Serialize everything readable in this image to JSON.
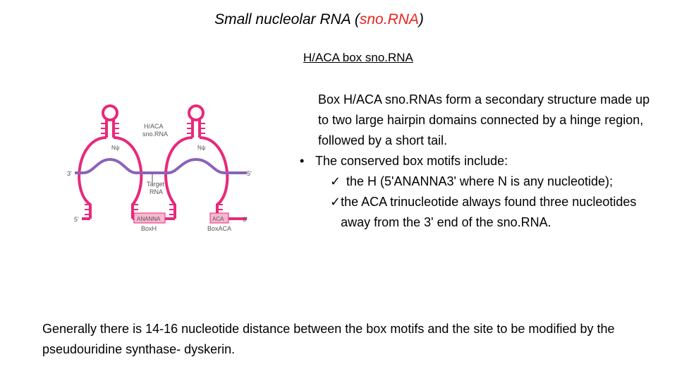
{
  "title": {
    "prefix": "Small nucleolar RNA (",
    "accent": "sno.RNA",
    "suffix": ")",
    "accent_color": "#e8241e"
  },
  "subtitle": "H/ACA box sno.RNA",
  "body": {
    "intro": "Box H/ACA sno.RNAs form a secondary structure made up to two large hairpin domains connected by a hinge region, followed by a short tail.",
    "bullet_symbol": "•",
    "bullet": "The conserved box motifs include:",
    "check_symbol": "✓",
    "checks": [
      "the H (5'ANANNA3' where N is any nucleotide);",
      "the ACA trinucleotide always found three nucleotides away from the 3' end of the sno.RNA."
    ]
  },
  "footer": "Generally there is 14-16 nucleotide distance between the box motifs and the site to be modified by the pseudouridine synthase- dyskerin.",
  "diagram": {
    "label_snorna": [
      "H/ACA",
      "sno.RNA"
    ],
    "label_npsi": "Nψ",
    "label_target": [
      "Target",
      "RNA"
    ],
    "label_3prime": "3'",
    "label_5prime": "5'",
    "box_h": "ANANNA",
    "box_h_caption": "BoxH",
    "box_aca": "ACA",
    "box_aca_caption": "BoxACA",
    "colors": {
      "snorna": "#e8297a",
      "target": "#8a63b8",
      "line": "#555555",
      "box_fill": "#f7b8cf"
    }
  }
}
